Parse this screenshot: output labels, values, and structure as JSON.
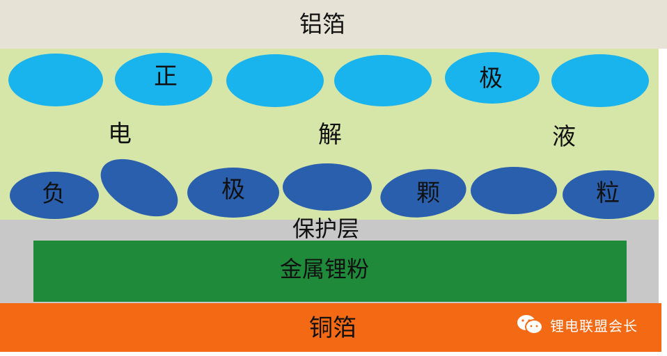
{
  "layers": {
    "aluminum_foil": "铝箔",
    "electrolyte": [
      "电",
      "解",
      "液"
    ],
    "positive_electrode": [
      "正",
      "极"
    ],
    "negative_particles": [
      "负",
      "极",
      "颗",
      "粒"
    ],
    "protective_layer": "保护层",
    "lithium_powder": "金属锂粉",
    "copper_foil": "铜箔"
  },
  "watermark": "锂电联盟会长",
  "colors": {
    "aluminum_foil": "#e6e2d6",
    "electrolyte": "#d6e5a8",
    "positive_particle": "#19b3ee",
    "negative_particle": "#2a5fae",
    "protective_layer": "#c8c8c8",
    "lithium_powder": "#1e8a3a",
    "copper_foil": "#f46a14"
  }
}
